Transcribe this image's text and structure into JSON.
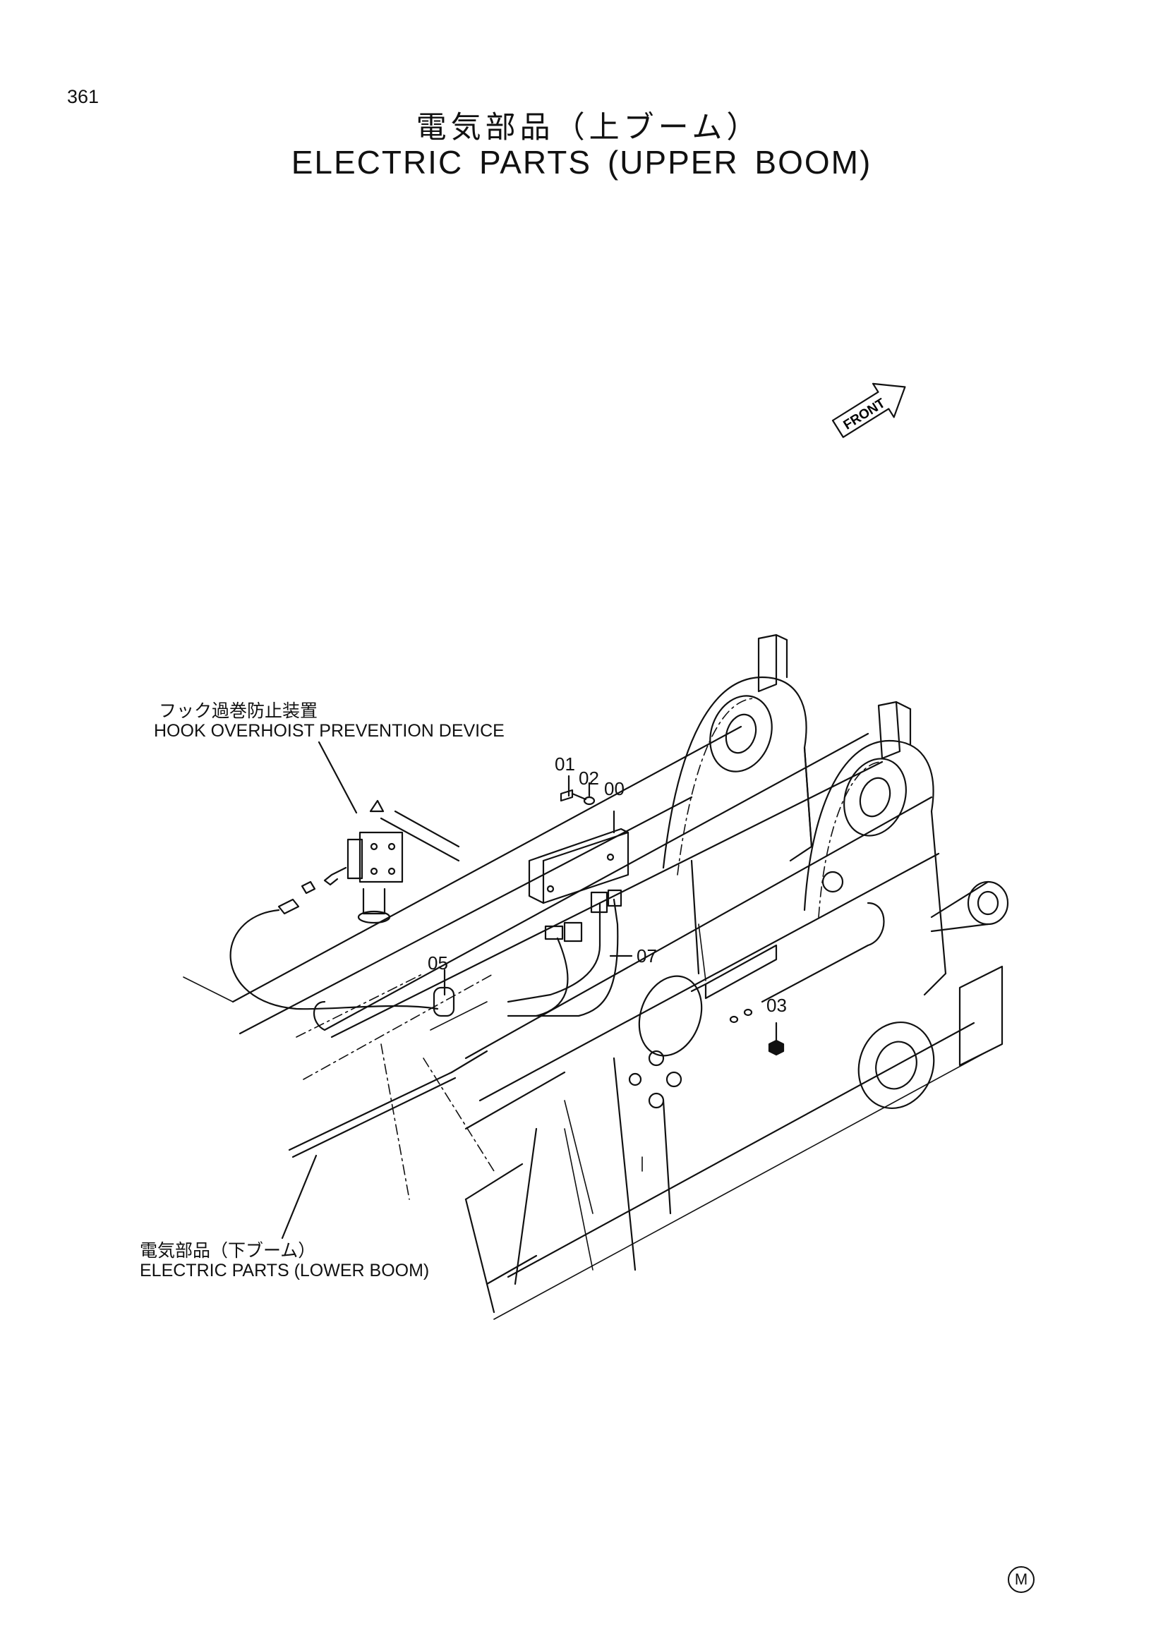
{
  "page": {
    "number": "361"
  },
  "title": {
    "jp": "電気部品（上ブーム）",
    "en": "ELECTRIC PARTS (UPPER BOOM)"
  },
  "direction": {
    "label": "FRONT"
  },
  "callouts": {
    "hook_device": {
      "jp": "フック過巻防止装置",
      "en": "HOOK OVERHOIST PREVENTION DEVICE"
    },
    "lower_boom": {
      "jp": "電気部品（下ブーム）",
      "en": "ELECTRIC PARTS (LOWER BOOM)"
    }
  },
  "part_numbers": [
    "01",
    "02",
    "00",
    "07",
    "05",
    "03"
  ],
  "mark": "M"
}
